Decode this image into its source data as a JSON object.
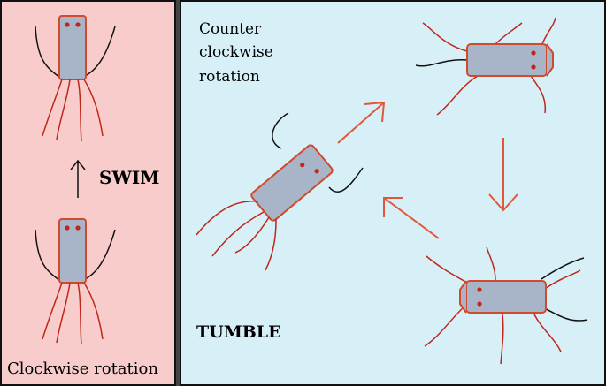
{
  "panels": {
    "left": {
      "swim_label": "SWIM",
      "clockwise_label": "Clockwise rotation",
      "bg": "#f9cccc"
    },
    "right": {
      "ccw_line1": "Counter",
      "ccw_line2": "clockwise",
      "ccw_line3": "rotation",
      "tumble_label": "TUMBLE",
      "bg": "#d7f0f8"
    }
  },
  "colors": {
    "body_fill": "#a8b4c8",
    "body_stroke": "#d04a2c",
    "flagella_red": "#c0261a",
    "flagella_black": "#111111",
    "arrow_red": "#e0583a",
    "dots": "#c0261a"
  },
  "icons": [
    "bacterium-icon",
    "arrow-up-icon",
    "arrow-up-right-icon",
    "arrow-down-icon",
    "arrow-up-left-icon"
  ]
}
